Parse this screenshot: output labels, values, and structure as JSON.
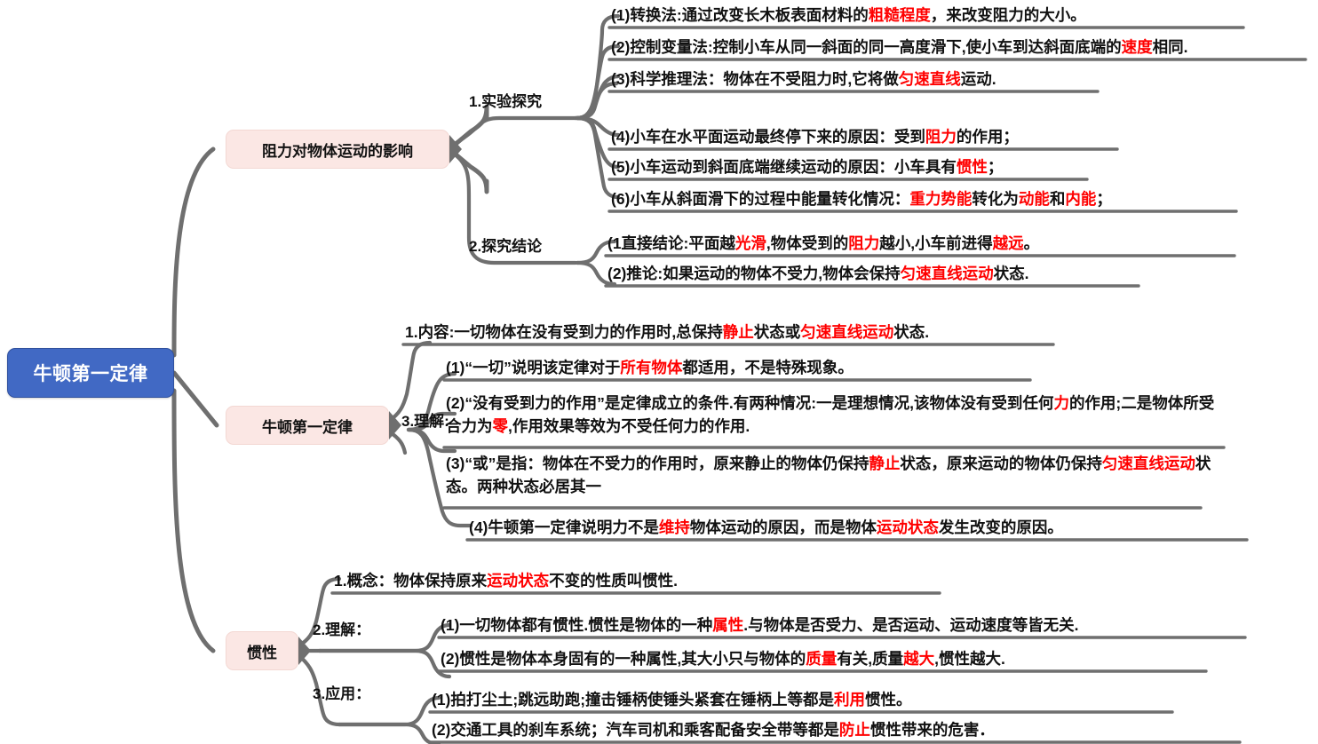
{
  "root": {
    "label": "牛顿第一定律"
  },
  "branches": [
    {
      "label": "阻力对物体运动的影响"
    },
    {
      "label": "牛顿第一定律"
    },
    {
      "label": "惯性"
    }
  ],
  "sub_labels": {
    "b1_s1": "1.实验探究",
    "b1_s2": "2.探究结论",
    "b2_s1": "1.内容:",
    "b2_s3": "3.理解:",
    "b3_s1": "1.概念：",
    "b3_s2": "2.理解：",
    "b3_s3": "3.应用："
  },
  "leaves": {
    "b1_s1_1": [
      {
        "t": "(1)转换法:通过改变长木板表面材料的",
        "hl": false
      },
      {
        "t": "粗糙程度",
        "hl": true
      },
      {
        "t": "，来改变阻力的大小。",
        "hl": false
      }
    ],
    "b1_s1_2": [
      {
        "t": "(2)控制变量法:控制小车从同一斜面的同一高度滑下,使小车到达斜面底端的",
        "hl": false
      },
      {
        "t": "速度",
        "hl": true
      },
      {
        "t": "相同.",
        "hl": false
      }
    ],
    "b1_s1_3": [
      {
        "t": "(3)科学推理法：物体在不受阻力时,它将做",
        "hl": false
      },
      {
        "t": "匀速直线",
        "hl": true
      },
      {
        "t": "运动.",
        "hl": false
      }
    ],
    "b1_s1_4": [
      {
        "t": "(4)小车在水平面运动最终停下来的原因：受到",
        "hl": false
      },
      {
        "t": "阻力",
        "hl": true
      },
      {
        "t": "的作用；",
        "hl": false
      }
    ],
    "b1_s1_5": [
      {
        "t": "(5)小车运动到斜面底端继续运动的原因：小车具有",
        "hl": false
      },
      {
        "t": "惯性",
        "hl": true
      },
      {
        "t": "；",
        "hl": false
      }
    ],
    "b1_s1_6": [
      {
        "t": "(6)小车从斜面滑下的过程中能量转化情况：",
        "hl": false
      },
      {
        "t": "重力势能",
        "hl": true
      },
      {
        "t": "转化为",
        "hl": false
      },
      {
        "t": "动能",
        "hl": true
      },
      {
        "t": "和",
        "hl": false
      },
      {
        "t": "内能",
        "hl": true
      },
      {
        "t": "；",
        "hl": false
      }
    ],
    "b1_s2_1": [
      {
        "t": "(1直接结论:平面越",
        "hl": false
      },
      {
        "t": "光滑",
        "hl": true
      },
      {
        "t": ",物体受到的",
        "hl": false
      },
      {
        "t": "阻力",
        "hl": true
      },
      {
        "t": "越小,小车前进得",
        "hl": false
      },
      {
        "t": "越远",
        "hl": true
      },
      {
        "t": "。",
        "hl": false
      }
    ],
    "b1_s2_2": [
      {
        "t": "(2)推论:如果运动的物体不受力,物体会保持",
        "hl": false
      },
      {
        "t": "匀速直线运动",
        "hl": true
      },
      {
        "t": "状态.",
        "hl": false
      }
    ],
    "b2_s1_1": [
      {
        "t": "1.内容:一切物体在没有受到力的作用时,总保持",
        "hl": false
      },
      {
        "t": "静止",
        "hl": true
      },
      {
        "t": "状态或",
        "hl": false
      },
      {
        "t": "匀速直线运动",
        "hl": true
      },
      {
        "t": "状态.",
        "hl": false
      }
    ],
    "b2_s3_1": [
      {
        "t": "(1)“一切”说明该定律对于",
        "hl": false
      },
      {
        "t": "所有物体",
        "hl": true
      },
      {
        "t": "都适用，不是特殊现象。",
        "hl": false
      }
    ],
    "b2_s3_2": [
      {
        "t": "(2)“没有受到力的作用”是定律成立的条件.有两种情况:一是理想情况,该物体没有受到",
        "hl": false
      },
      {
        "t": "任何",
        "hl": false
      },
      {
        "t": "力",
        "hl": true
      },
      {
        "t": "的作用;二是物体所受合力为",
        "hl": false
      },
      {
        "t": "零",
        "hl": true
      },
      {
        "t": ",作用效果等效为不受任何力的作用.",
        "hl": false
      }
    ],
    "b2_s3_3": [
      {
        "t": "(3)“或”是指：物体在不受力的作用时，原来静止的物体仍保持",
        "hl": false
      },
      {
        "t": "静止",
        "hl": true
      },
      {
        "t": "状态，原来运动的物体仍保持",
        "hl": false
      },
      {
        "t": "匀速直线运动",
        "hl": true
      },
      {
        "t": "状态。两种状态必居其一",
        "hl": false
      }
    ],
    "b2_s3_4": [
      {
        "t": "(4)牛顿第一定律说明力不是",
        "hl": false
      },
      {
        "t": "维持",
        "hl": true
      },
      {
        "t": "物体运动的原因，而是物体",
        "hl": false
      },
      {
        "t": "运动状态",
        "hl": true
      },
      {
        "t": "发生改变的原因。",
        "hl": false
      }
    ],
    "b3_s1_1": [
      {
        "t": "1.概念：物体保持原来",
        "hl": false
      },
      {
        "t": "运动状态",
        "hl": true
      },
      {
        "t": "不变的性质叫惯性.",
        "hl": false
      }
    ],
    "b3_s2_1": [
      {
        "t": "(1)一切物体都有惯性.惯性是物体的一种",
        "hl": false
      },
      {
        "t": "属性",
        "hl": true
      },
      {
        "t": ".与物体是否受力、是否运动、运动速度等皆无关.",
        "hl": false
      }
    ],
    "b3_s2_2": [
      {
        "t": "(2)惯性是物体本身固有的一种属性,其大小只与物体的",
        "hl": false
      },
      {
        "t": "质量",
        "hl": true
      },
      {
        "t": "有关,质量",
        "hl": false
      },
      {
        "t": "越大",
        "hl": true
      },
      {
        "t": ",惯性越大.",
        "hl": false
      }
    ],
    "b3_s3_1": [
      {
        "t": "(1)拍打尘土;跳远助跑;撞击锤柄使锤头紧套在锤柄上等都是",
        "hl": false
      },
      {
        "t": "利用",
        "hl": true
      },
      {
        "t": "惯性。",
        "hl": false
      }
    ],
    "b3_s3_2": [
      {
        "t": "(2)交通工具的刹车系统；汽车司机和乘客配备安全带等都是",
        "hl": false
      },
      {
        "t": "防止",
        "hl": true
      },
      {
        "t": "惯性带来的危害．",
        "hl": false
      }
    ]
  },
  "colors": {
    "root_bg": "#4169c4",
    "branch_bg": "#fbe7e4",
    "highlight": "#ff0000",
    "connector": "#6f6f6f",
    "underline": "#6f6f6f"
  }
}
